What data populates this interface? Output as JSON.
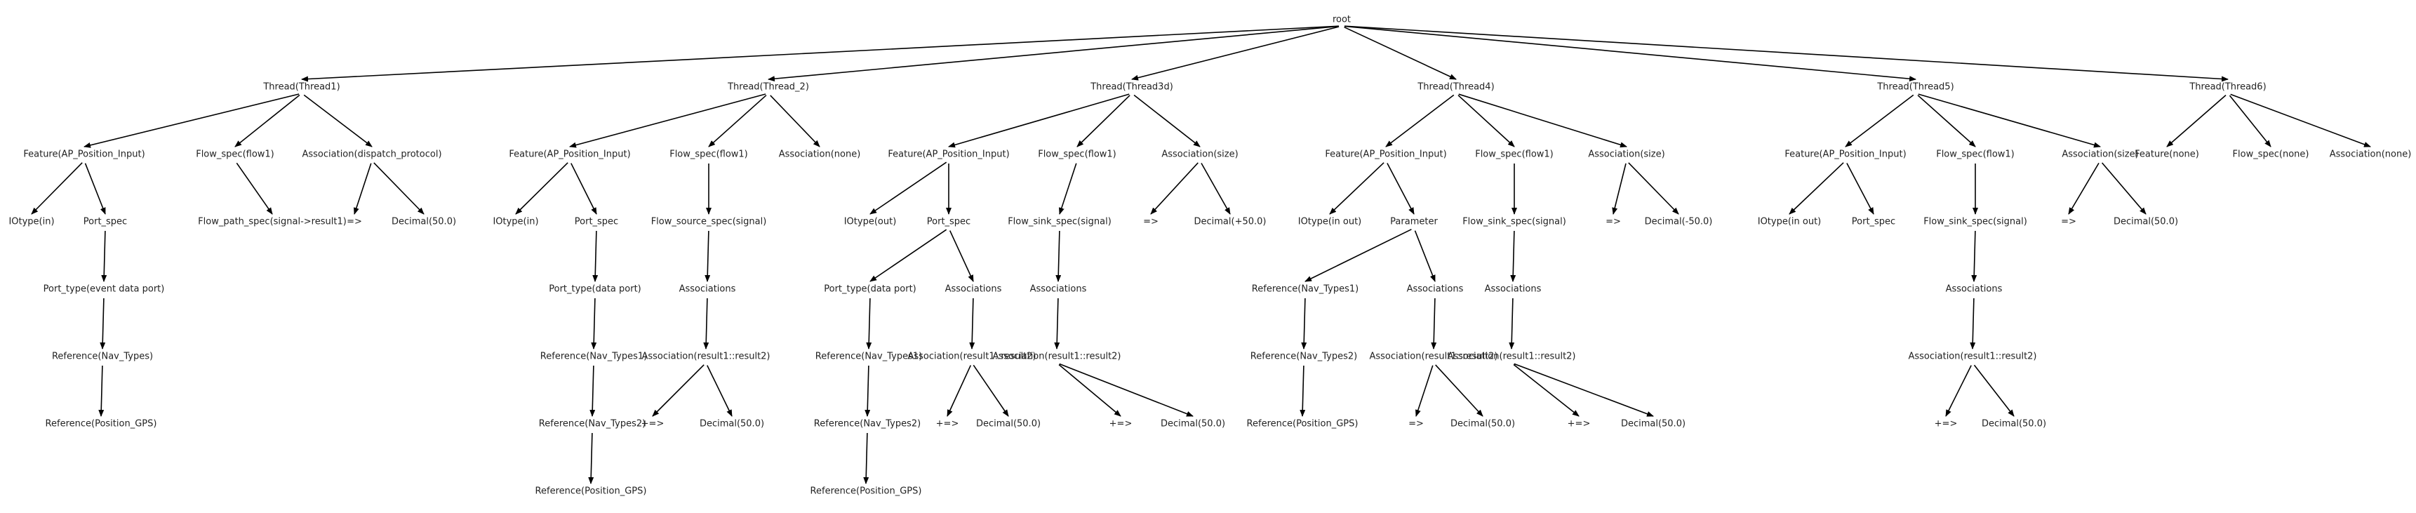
{
  "tree": {
    "label": "root",
    "children": [
      {
        "label": "Thread(Thread1)",
        "children": [
          {
            "label": "Feature(AP_Position_Input)",
            "children": [
              {
                "label": "IOtype(in)"
              },
              {
                "label": "Port_spec",
                "children": [
                  {
                    "label": "Port_type(event data port)",
                    "children": [
                      {
                        "label": "Reference(Nav_Types)",
                        "children": [
                          {
                            "label": "Reference(Position_GPS)"
                          }
                        ]
                      }
                    ]
                  }
                ]
              }
            ]
          },
          {
            "label": "Flow_spec(flow1)",
            "children": [
              {
                "label": "Flow_path_spec(signal->result1)"
              }
            ]
          },
          {
            "label": "Association(dispatch_protocol)",
            "children": [
              {
                "label": "=>"
              },
              {
                "label": "Decimal(50.0)"
              }
            ]
          }
        ]
      },
      {
        "label": "Thread(Thread_2)",
        "children": [
          {
            "label": "Feature(AP_Position_Input)",
            "children": [
              {
                "label": "IOtype(in)"
              },
              {
                "label": "Port_spec",
                "children": [
                  {
                    "label": "Port_type(data port)",
                    "children": [
                      {
                        "label": "Reference(Nav_Types1)",
                        "children": [
                          {
                            "label": "Reference(Nav_Types2)",
                            "children": [
                              {
                                "label": "Reference(Position_GPS)"
                              }
                            ]
                          }
                        ]
                      }
                    ]
                  }
                ]
              }
            ]
          },
          {
            "label": "Flow_spec(flow1)",
            "children": [
              {
                "label": "Flow_source_spec(signal)",
                "children": [
                  {
                    "label": "Associations",
                    "children": [
                      {
                        "label": "Association(result1::result2)",
                        "children": [
                          {
                            "label": "+=>"
                          },
                          {
                            "label": "Decimal(50.0)"
                          }
                        ]
                      }
                    ]
                  }
                ]
              }
            ]
          },
          {
            "label": "Association(none)"
          }
        ]
      },
      {
        "label": "Thread(Thread3d)",
        "children": [
          {
            "label": "Feature(AP_Position_Input)",
            "children": [
              {
                "label": "IOtype(out)"
              },
              {
                "label": "Port_spec",
                "children": [
                  {
                    "label": "Port_type(data port)",
                    "children": [
                      {
                        "label": "Reference(Nav_Types1)",
                        "children": [
                          {
                            "label": "Reference(Nav_Types2)",
                            "children": [
                              {
                                "label": "Reference(Position_GPS)"
                              }
                            ]
                          }
                        ]
                      }
                    ]
                  },
                  {
                    "label": "Associations",
                    "children": [
                      {
                        "label": "Association(result1::result2)",
                        "children": [
                          {
                            "label": "+=>"
                          },
                          {
                            "label": "Decimal(50.0)"
                          }
                        ]
                      }
                    ]
                  }
                ]
              }
            ]
          },
          {
            "label": "Flow_spec(flow1)",
            "children": [
              {
                "label": "Flow_sink_spec(signal)",
                "children": [
                  {
                    "label": "Associations",
                    "children": [
                      {
                        "label": "Association(result1::result2)",
                        "children": [
                          {
                            "label": "+=>"
                          },
                          {
                            "label": "Decimal(50.0)"
                          }
                        ]
                      }
                    ]
                  }
                ]
              }
            ]
          },
          {
            "label": "Association(size)",
            "children": [
              {
                "label": "=>"
              },
              {
                "label": "Decimal(+50.0)"
              }
            ]
          }
        ]
      },
      {
        "label": "Thread(Thread4)",
        "children": [
          {
            "label": "Feature(AP_Position_Input)",
            "children": [
              {
                "label": "IOtype(in out)"
              },
              {
                "label": "Parameter",
                "children": [
                  {
                    "label": "Reference(Nav_Types1)",
                    "children": [
                      {
                        "label": "Reference(Nav_Types2)",
                        "children": [
                          {
                            "label": "Reference(Position_GPS)"
                          }
                        ]
                      }
                    ]
                  },
                  {
                    "label": "Associations",
                    "children": [
                      {
                        "label": "Association(result1::result2)",
                        "children": [
                          {
                            "label": "=>"
                          },
                          {
                            "label": "Decimal(50.0)"
                          }
                        ]
                      }
                    ]
                  }
                ]
              }
            ]
          },
          {
            "label": "Flow_spec(flow1)",
            "children": [
              {
                "label": "Flow_sink_spec(signal)",
                "children": [
                  {
                    "label": "Associations",
                    "children": [
                      {
                        "label": "Association(result1::result2)",
                        "children": [
                          {
                            "label": "+=>"
                          },
                          {
                            "label": "Decimal(50.0)"
                          }
                        ]
                      }
                    ]
                  }
                ]
              }
            ]
          },
          {
            "label": "Association(size)",
            "children": [
              {
                "label": "=>"
              },
              {
                "label": "Decimal(-50.0)"
              }
            ]
          }
        ]
      },
      {
        "label": "Thread(Thread5)",
        "children": [
          {
            "label": "Feature(AP_Position_Input)",
            "children": [
              {
                "label": "IOtype(in out)"
              },
              {
                "label": "Port_spec"
              }
            ]
          },
          {
            "label": "Flow_spec(flow1)",
            "children": [
              {
                "label": "Flow_sink_spec(signal)",
                "children": [
                  {
                    "label": "Associations",
                    "children": [
                      {
                        "label": "Association(result1::result2)",
                        "children": [
                          {
                            "label": "+=>"
                          },
                          {
                            "label": "Decimal(50.0)"
                          }
                        ]
                      }
                    ]
                  }
                ]
              }
            ]
          },
          {
            "label": "Association(size)",
            "children": [
              {
                "label": "=>"
              },
              {
                "label": "Decimal(50.0)"
              }
            ]
          }
        ]
      },
      {
        "label": "Thread(Thread6)",
        "children": [
          {
            "label": "Feature(none)"
          },
          {
            "label": "Flow_spec(none)"
          },
          {
            "label": "Association(none)"
          }
        ]
      }
    ]
  }
}
